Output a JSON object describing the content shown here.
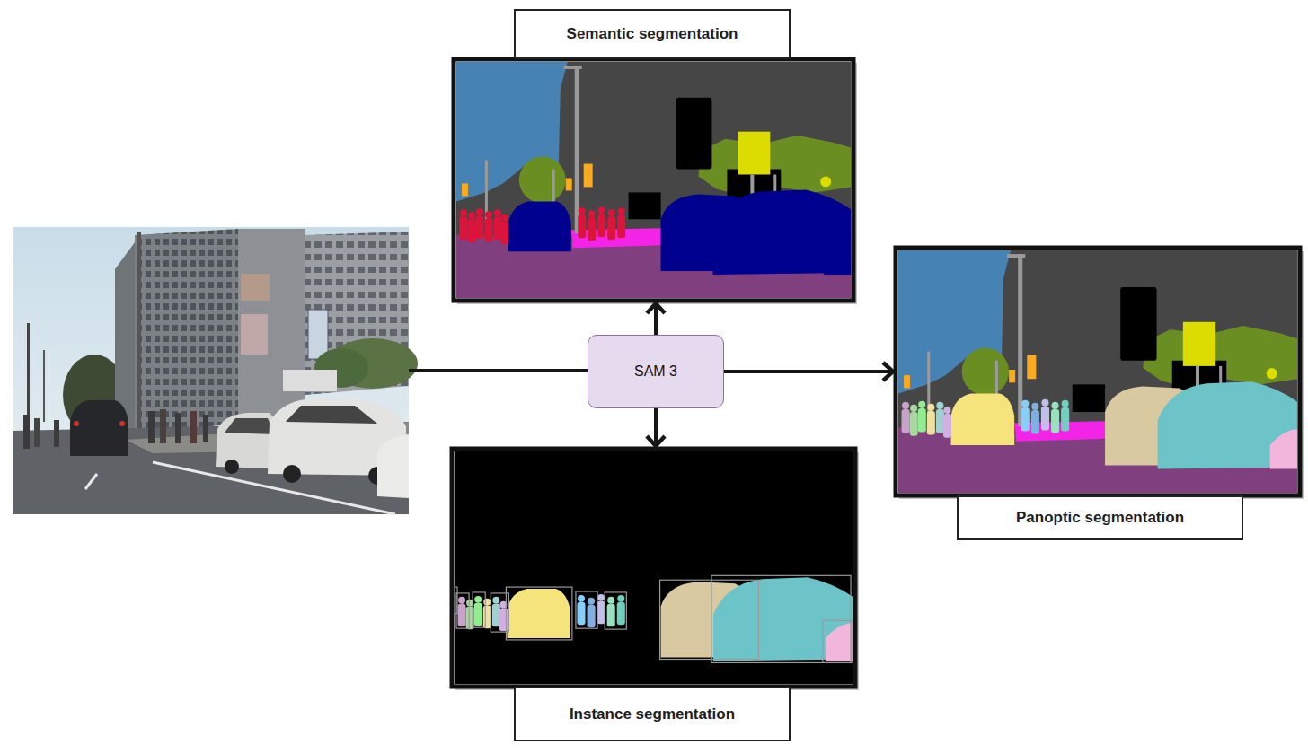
{
  "diagram": {
    "nodes": [
      {
        "text": [
          "Semantic segmentation"
        ]
      },
      {
        "text": [
          "SAM 3"
        ]
      },
      {
        "text": [
          "Panoptic segmentation"
        ]
      },
      {
        "text": [
          "Instance segmentation"
        ]
      }
    ],
    "edges": [
      {
        "from": 1,
        "to": 0,
        "arrow": "to"
      },
      {
        "from": 1,
        "to": 2,
        "arrow": "to"
      },
      {
        "from": 1,
        "to": 3,
        "arrow": "to"
      }
    ]
  }
}
